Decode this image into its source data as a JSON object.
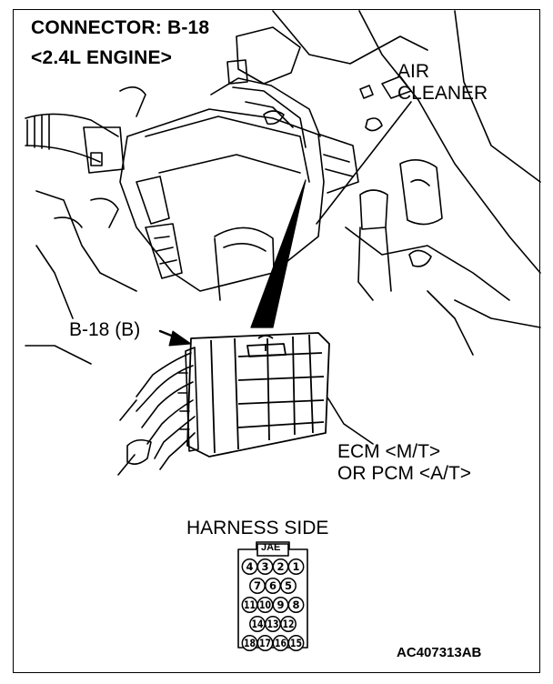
{
  "header": {
    "connector_title": "CONNECTOR: B-18",
    "engine_variant": "<2.4L ENGINE>"
  },
  "labels": {
    "air_cleaner_line1": "AIR",
    "air_cleaner_line2": "CLEANER",
    "connector_callout": "B-18 (B)",
    "ecm_line1": "ECM <M/T>",
    "ecm_line2": "OR PCM <A/T>",
    "harness_side": "HARNESS SIDE"
  },
  "connector_face": {
    "key_label": "JAE",
    "rows": [
      [
        "4",
        "3",
        "2",
        "1"
      ],
      [
        "7",
        "6",
        "5"
      ],
      [
        "11",
        "10",
        "9",
        "8"
      ],
      [
        "14",
        "13",
        "12"
      ],
      [
        "18",
        "17",
        "16",
        "15"
      ]
    ]
  },
  "footer": {
    "figure_code": "AC407313AB"
  }
}
